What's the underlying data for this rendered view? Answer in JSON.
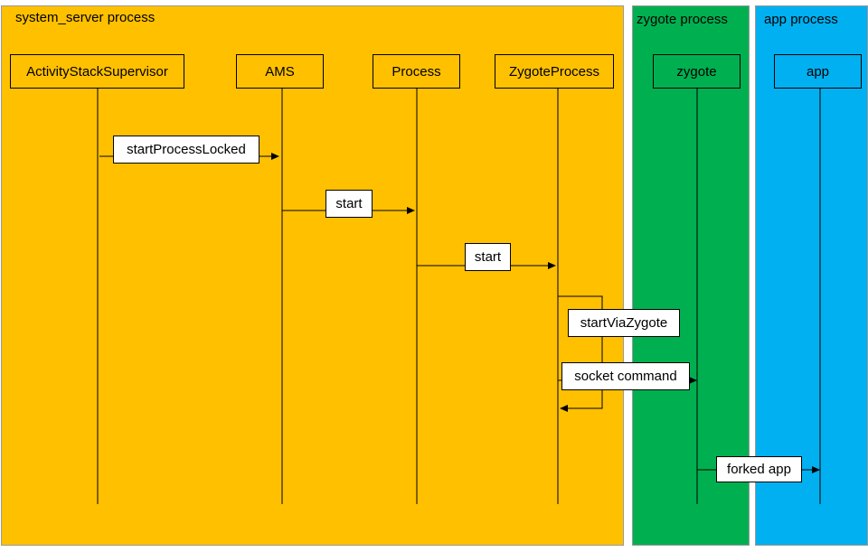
{
  "colors": {
    "system_server": "#FFC000",
    "zygote": "#00B050",
    "app": "#00B0F0",
    "line": "#000000"
  },
  "lanes": [
    {
      "id": "system_server",
      "title": "system_server process"
    },
    {
      "id": "zygote",
      "title": "zygote process"
    },
    {
      "id": "app",
      "title": "app process"
    }
  ],
  "actors": [
    {
      "id": "activity_stack_supervisor",
      "label": "ActivityStackSupervisor"
    },
    {
      "id": "ams",
      "label": "AMS"
    },
    {
      "id": "process",
      "label": "Process"
    },
    {
      "id": "zygote_process",
      "label": "ZygoteProcess"
    },
    {
      "id": "zygote",
      "label": "zygote"
    },
    {
      "id": "app",
      "label": "app"
    }
  ],
  "messages": [
    {
      "label": "startProcessLocked",
      "from": "activity_stack_supervisor",
      "to": "ams"
    },
    {
      "label": "start",
      "from": "ams",
      "to": "process"
    },
    {
      "label": "start",
      "from": "process",
      "to": "zygote_process"
    },
    {
      "label": "startViaZygote",
      "from": "zygote_process",
      "to": "zygote_process"
    },
    {
      "label": "socket command",
      "from": "zygote_process",
      "to": "zygote"
    },
    {
      "label": "forked app",
      "from": "zygote",
      "to": "app"
    }
  ]
}
